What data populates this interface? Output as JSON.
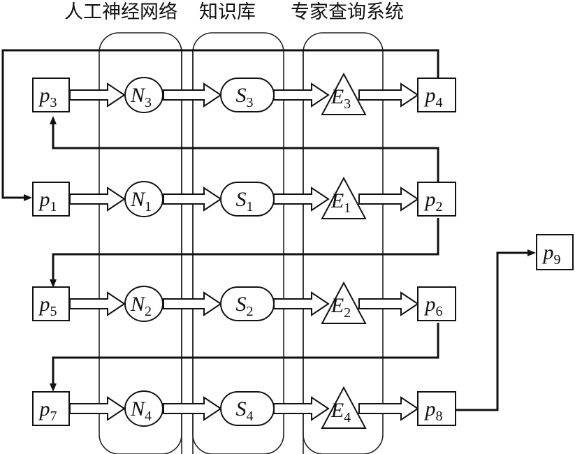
{
  "columns": [
    {
      "id": "nn",
      "title": "人工神经网络"
    },
    {
      "id": "kb",
      "title": "知识库"
    },
    {
      "id": "es",
      "title": "专家查询系统"
    }
  ],
  "places": {
    "p1": {
      "base": "p",
      "sub": "1"
    },
    "p2": {
      "base": "p",
      "sub": "2"
    },
    "p3": {
      "base": "p",
      "sub": "3"
    },
    "p4": {
      "base": "p",
      "sub": "4"
    },
    "p5": {
      "base": "p",
      "sub": "5"
    },
    "p6": {
      "base": "p",
      "sub": "6"
    },
    "p7": {
      "base": "p",
      "sub": "7"
    },
    "p8": {
      "base": "p",
      "sub": "8"
    },
    "p9": {
      "base": "p",
      "sub": "9"
    }
  },
  "neurons": {
    "N1": {
      "base": "N",
      "sub": "1"
    },
    "N2": {
      "base": "N",
      "sub": "2"
    },
    "N3": {
      "base": "N",
      "sub": "3"
    },
    "N4": {
      "base": "N",
      "sub": "4"
    }
  },
  "knowledge": {
    "S1": {
      "base": "S",
      "sub": "1"
    },
    "S2": {
      "base": "S",
      "sub": "2"
    },
    "S3": {
      "base": "S",
      "sub": "3"
    },
    "S4": {
      "base": "S",
      "sub": "4"
    }
  },
  "experts": {
    "E1": {
      "base": "E",
      "sub": "1"
    },
    "E2": {
      "base": "E",
      "sub": "2"
    },
    "E3": {
      "base": "E",
      "sub": "3"
    },
    "E4": {
      "base": "E",
      "sub": "4"
    }
  }
}
